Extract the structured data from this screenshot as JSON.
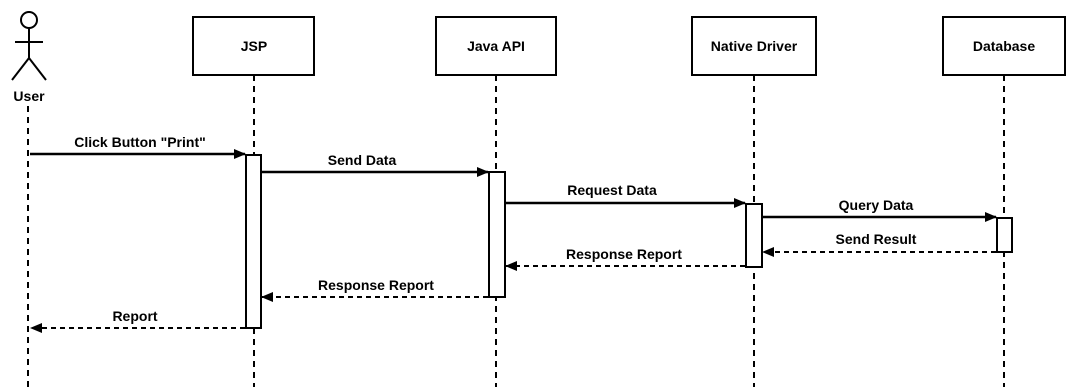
{
  "diagram": {
    "actor": {
      "label": "User"
    },
    "participants": [
      {
        "id": "jsp",
        "label": "JSP"
      },
      {
        "id": "javaapi",
        "label": "Java API"
      },
      {
        "id": "native",
        "label": "Native Driver"
      },
      {
        "id": "db",
        "label": "Database"
      }
    ],
    "messages": [
      {
        "from": "user",
        "to": "jsp",
        "label": "Click Button \"Print\"",
        "style": "solid"
      },
      {
        "from": "jsp",
        "to": "javaapi",
        "label": "Send Data",
        "style": "solid"
      },
      {
        "from": "javaapi",
        "to": "native",
        "label": "Request Data",
        "style": "solid"
      },
      {
        "from": "native",
        "to": "db",
        "label": "Query Data",
        "style": "solid"
      },
      {
        "from": "db",
        "to": "native",
        "label": "Send Result",
        "style": "dashed"
      },
      {
        "from": "native",
        "to": "javaapi",
        "label": "Response Report",
        "style": "dashed"
      },
      {
        "from": "javaapi",
        "to": "jsp",
        "label": "Response Report",
        "style": "dashed"
      },
      {
        "from": "jsp",
        "to": "user",
        "label": "Report",
        "style": "dashed"
      }
    ]
  }
}
